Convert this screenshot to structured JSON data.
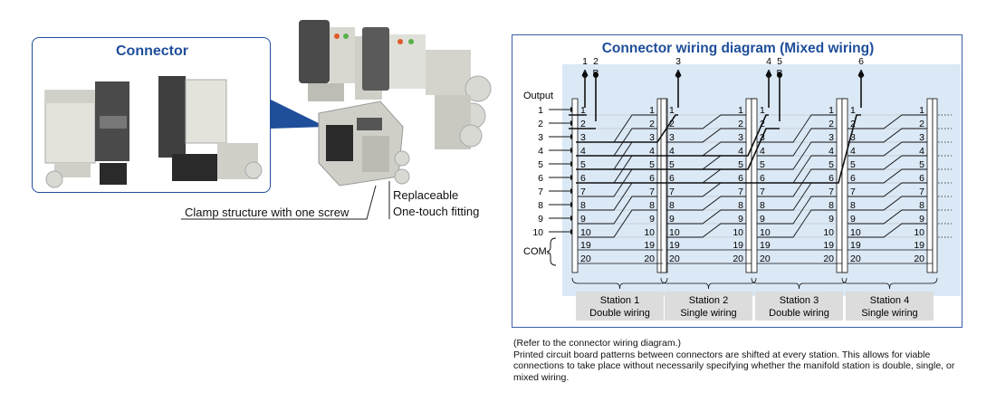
{
  "left_panel": {
    "inset_title": "Connector",
    "callouts": {
      "clamp": "Clamp structure with one screw",
      "fitting_line1": "Replaceable",
      "fitting_line2": "One-touch fitting"
    }
  },
  "diagram": {
    "title": "Connector wiring diagram (Mixed wiring)",
    "output_label": "Output",
    "com_label": "COM.",
    "output_numbers": [
      "1",
      "2",
      "3",
      "4",
      "5",
      "6",
      "7",
      "8",
      "9",
      "10"
    ],
    "pin_numbers": [
      "1",
      "2",
      "3",
      "4",
      "5",
      "6",
      "7",
      "8",
      "9",
      "10"
    ],
    "com_pins": [
      "19",
      "20"
    ],
    "solenoids": [
      {
        "number": "1",
        "letter": "A"
      },
      {
        "number": "2",
        "letter": "B"
      },
      {
        "number": "3",
        "letter": "A"
      },
      {
        "number": "4",
        "letter": "A"
      },
      {
        "number": "5",
        "letter": "B"
      },
      {
        "number": "6",
        "letter": "A"
      }
    ],
    "stations": [
      {
        "name": "Station 1",
        "wiring": "Double wiring"
      },
      {
        "name": "Station 2",
        "wiring": "Single wiring"
      },
      {
        "name": "Station 3",
        "wiring": "Double wiring"
      },
      {
        "name": "Station 4",
        "wiring": "Single wiring"
      }
    ],
    "colors": {
      "background": "#dbe8f5",
      "label_box": "#dcdcdc",
      "title": "#1f4e9a"
    }
  },
  "note": {
    "line1": "(Refer to the connector wiring diagram.)",
    "line2": "Printed circuit board patterns between connectors are shifted at every station. This allows for viable connections to take place without necessarily specifying whether the manifold station is double, single, or mixed wiring."
  }
}
